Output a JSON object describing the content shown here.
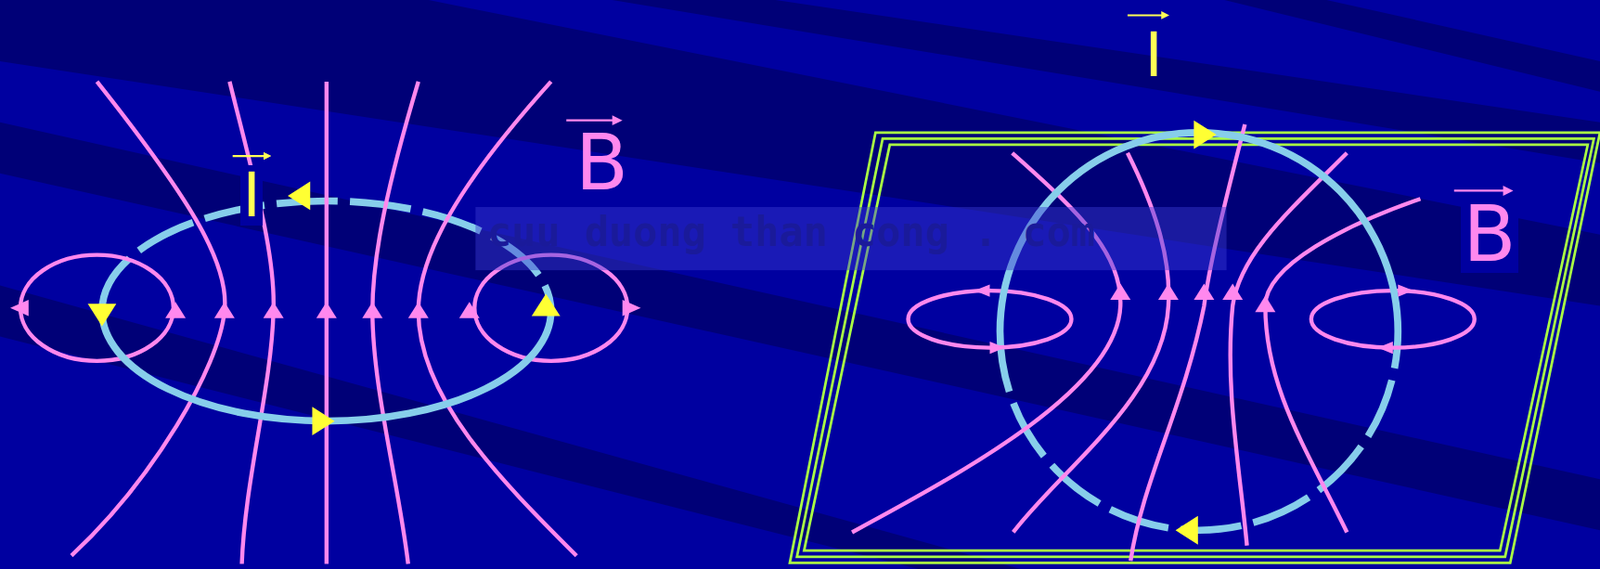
{
  "diagram": {
    "labels": [
      "I",
      "B",
      "cuu duong than cong . com",
      "I",
      "B"
    ]
  }
}
